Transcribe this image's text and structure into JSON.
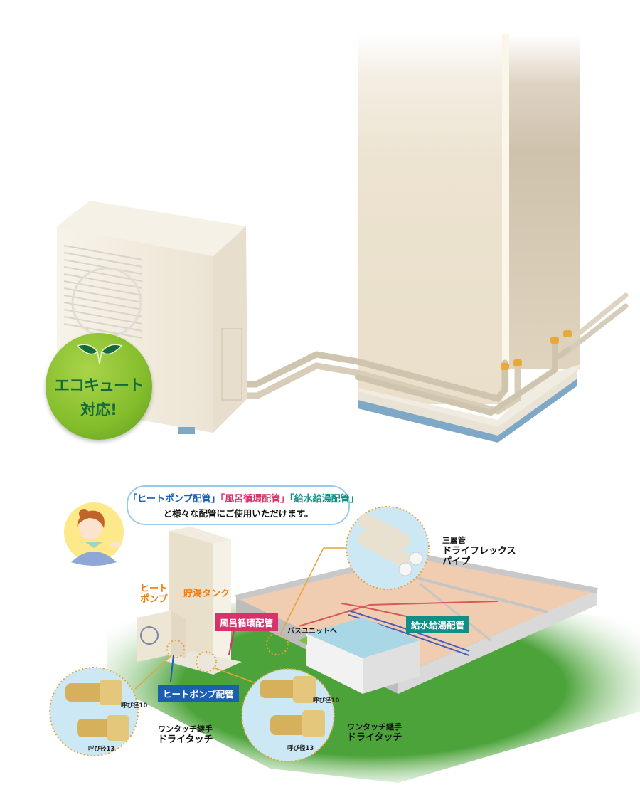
{
  "top_illustration": {
    "badge": {
      "line1": "エコキュート",
      "line2": "対応!",
      "icon": "leaf-icon",
      "color": "#84bd2c",
      "text_color": "#146b3a"
    },
    "objects": [
      "heat-pump-unit",
      "hot-water-tank",
      "pipes"
    ]
  },
  "bubble": {
    "pipe_types": [
      {
        "label": "「ヒートポンプ配管」",
        "color": "#1a5fb4"
      },
      {
        "label": "「風呂循環配管」",
        "color": "#d7336b"
      },
      {
        "label": "「給水給湯配管」",
        "color": "#0f8f86"
      }
    ],
    "text": "と様々な配管にご使用いただけます。"
  },
  "diagram": {
    "labels": {
      "heat_pump": [
        "ヒート",
        "ポンプ"
      ],
      "storage_tank": "貯湯タンク",
      "bath_circulation": "風呂循環配管",
      "to_bath_unit": "バスユニットへ",
      "water_supply": "給水給湯配管",
      "heat_pump_piping": "ヒートポンプ配管"
    },
    "tag_colors": {
      "pink": "#d7336b",
      "teal": "#0f8f86",
      "blue": "#1b5fb0",
      "orange": "#ef7d16"
    },
    "pipe_callout": {
      "line1": "三層管",
      "line2": "ドライフレックス",
      "line3": "パイプ"
    },
    "fitting_left": {
      "size_a": "呼び径10",
      "size_b": "呼び径13",
      "name_line1": "ワンタッチ継手",
      "name_line2": "ドライタッチ"
    },
    "fitting_right": {
      "size_a": "呼び径10",
      "size_b": "呼び径13",
      "name_line1": "ワンタッチ継手",
      "name_line2": "ドライタッチ"
    }
  }
}
